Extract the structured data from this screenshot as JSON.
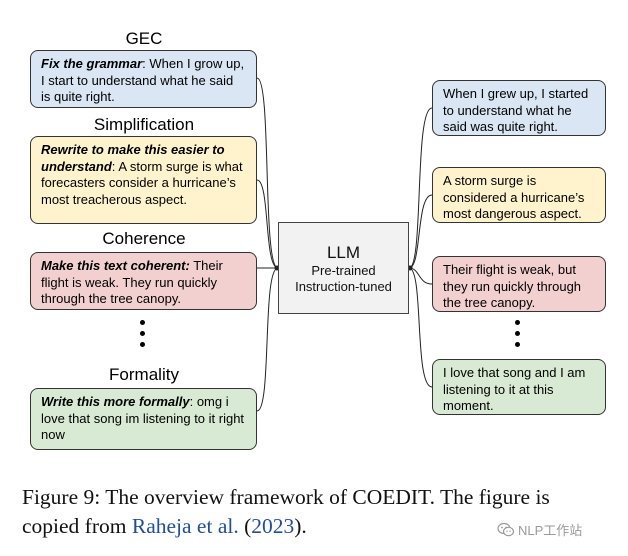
{
  "tasks": [
    {
      "title": "GEC",
      "prompt": "Fix the grammar",
      "prompt_suffix": ":",
      "text": " When I grow up, I start to understand what he said is quite right."
    },
    {
      "title": "Simplification",
      "prompt": "Rewrite to make this easier to understand",
      "prompt_suffix": ":",
      "text": " A storm surge is what forecasters consider a hurricane’s most treacherous aspect."
    },
    {
      "title": "Coherence",
      "prompt": "Make this text coherent:",
      "prompt_suffix": "",
      "text": " Their flight is weak. They run quickly through the tree canopy."
    },
    {
      "title": "Formality",
      "prompt": "Write this more formally",
      "prompt_suffix": ":",
      "text": " omg i love that song im listening to it right now"
    }
  ],
  "llm": {
    "title": "LLM",
    "line1": "Pre-trained",
    "line2": "Instruction-tuned"
  },
  "outputs": [
    "When I grew up, I started to understand what he said was quite right.",
    "A storm surge is considered a hurricane’s most dangerous aspect.",
    "Their flight is weak, but they run quickly through the tree canopy.",
    "I love that song and I am listening to it at this moment."
  ],
  "caption": {
    "text": "Figure 9: The overview framework of COEDIT. The figure is copied from ",
    "cite_author": "Raheja et al.",
    "cite_open": " (",
    "cite_year": "2023",
    "cite_close": ")."
  },
  "watermark": {
    "text": "NLP工作站",
    "icon": "wechat-icon"
  },
  "colors": {
    "gec": "#dae6f4",
    "simplification": "#fef3cc",
    "coherence": "#f3d0d0",
    "formality": "#d8ead4",
    "llm": "#f2f2f2",
    "citation": "#1f4e9c"
  }
}
